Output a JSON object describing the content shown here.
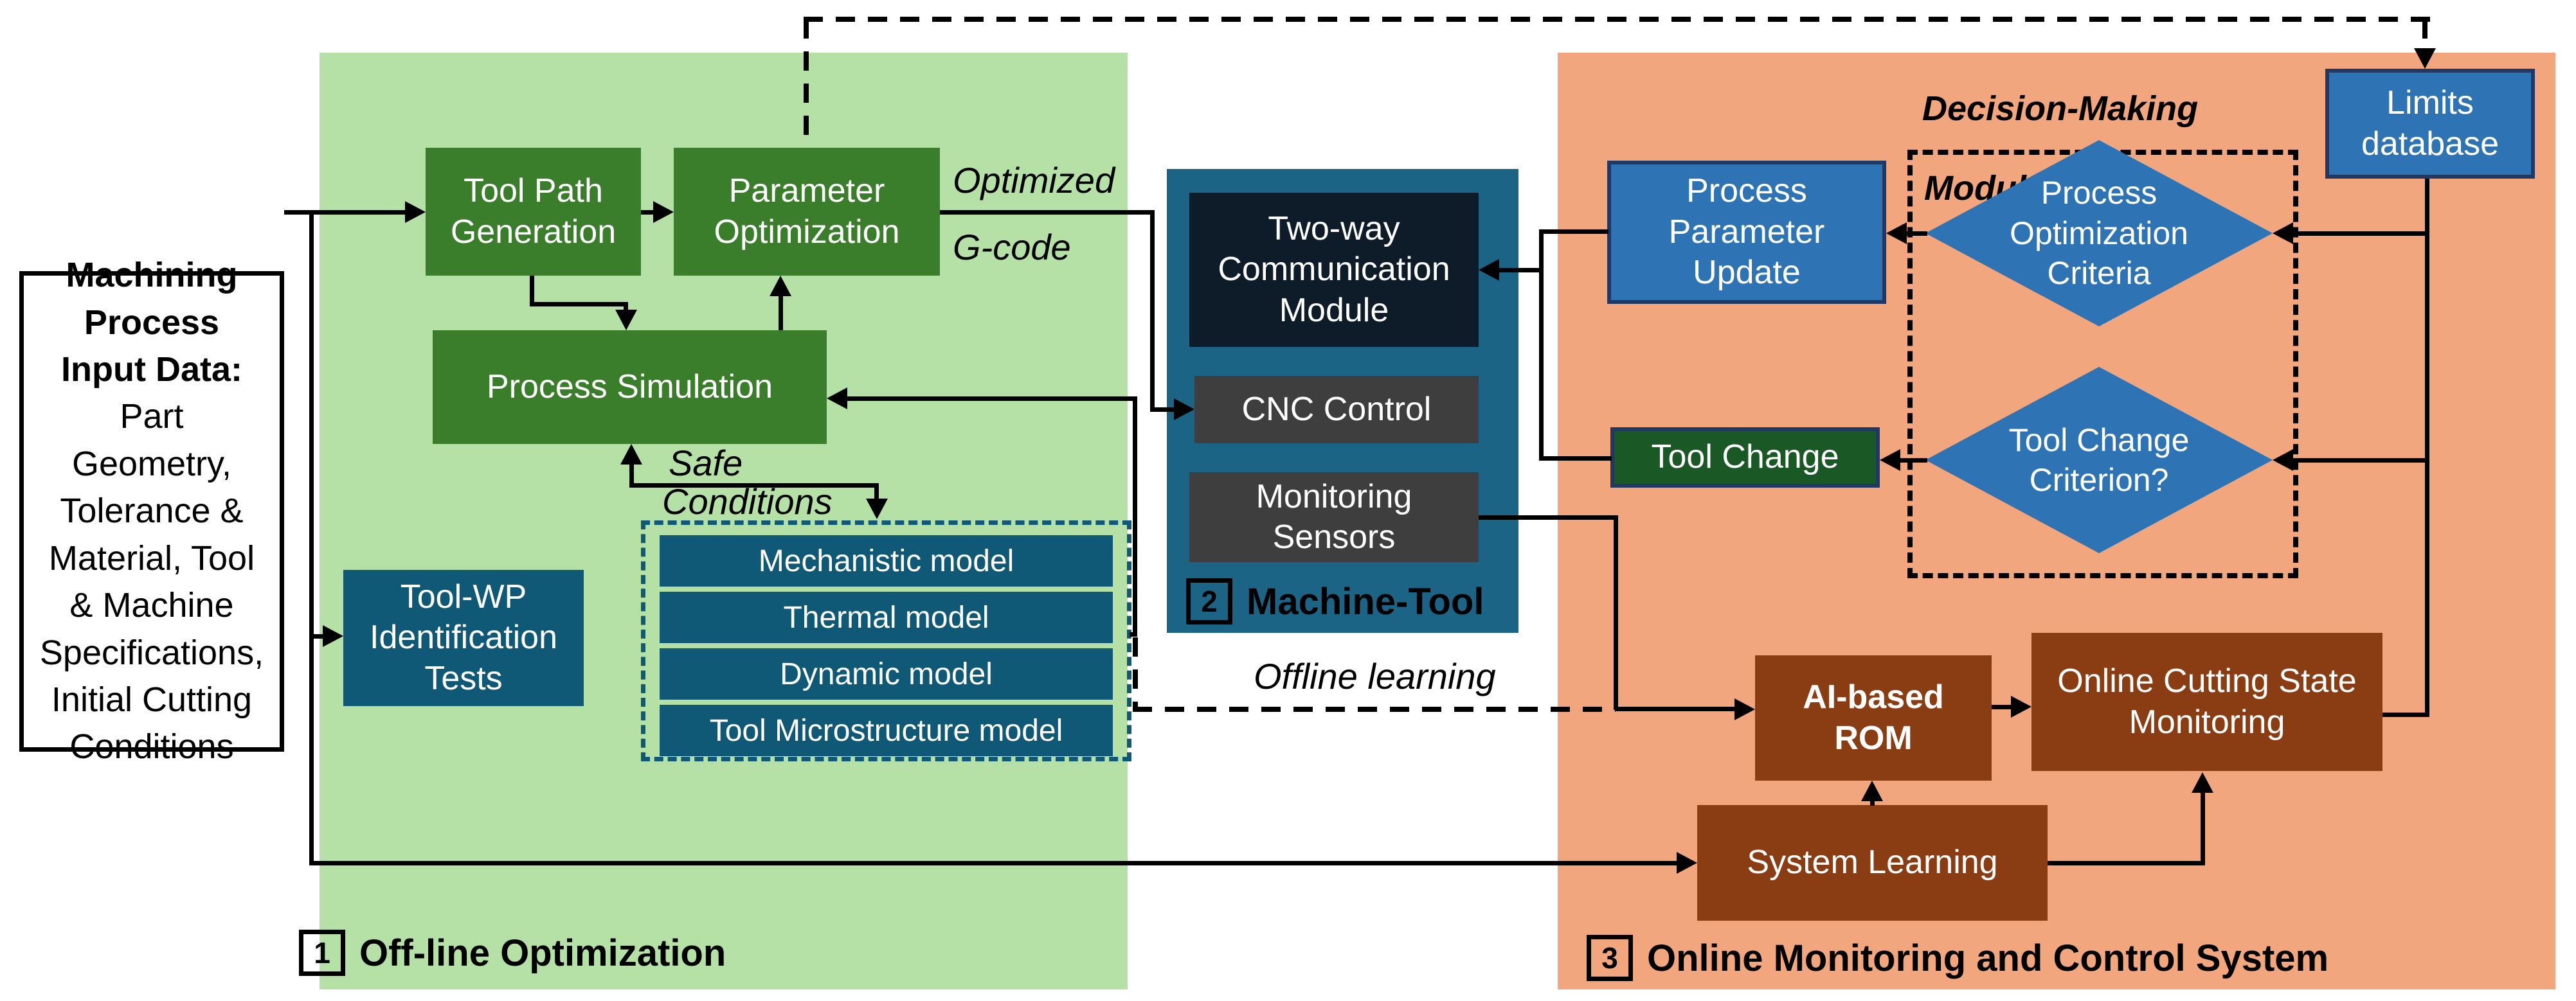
{
  "regions": {
    "offline": {
      "number": "1",
      "label": "Off-line Optimization"
    },
    "machine_tool": {
      "number": "2",
      "label": "Machine-Tool"
    },
    "online": {
      "number": "3",
      "label": "Online Monitoring and Control System"
    }
  },
  "input_box": {
    "title": "Machining Process Input Data:",
    "body": "Part Geometry, Tolerance & Material, Tool & Machine Specifications, Initial Cutting Conditions"
  },
  "boxes": {
    "tool_path_generation": "Tool Path Generation",
    "parameter_optimization": "Parameter Optimization",
    "process_simulation": "Process Simulation",
    "tool_wp_identification": "Tool-WP Identification Tests",
    "models": [
      "Mechanistic model",
      "Thermal model",
      "Dynamic model",
      "Tool Microstructure model"
    ],
    "two_way_communication": "Two-way Communication Module",
    "cnc_control": "CNC Control",
    "monitoring_sensors": "Monitoring Sensors",
    "process_parameter_update": "Process Parameter Update",
    "process_optimization_criteria": "Process Optimization Criteria",
    "tool_change": "Tool Change",
    "tool_change_criterion": "Tool Change Criterion?",
    "limits_database": "Limits database",
    "ai_based_rom": "AI-based ROM",
    "online_cutting_state_monitoring": "Online Cutting State Monitoring",
    "system_learning": "System Learning"
  },
  "annotations": {
    "optimized_gcode_line1": "Optimized",
    "optimized_gcode_line2": "G-code",
    "safe": "Safe",
    "conditions": "Conditions",
    "offline_learning": "Offline learning",
    "decision_making_line1": "Decision-Making",
    "decision_making_line2": "Module"
  },
  "colors": {
    "offline_region_bg": "#B5E1A7",
    "online_region_bg": "#F1A67E",
    "machine_tool_bg": "#1C6486",
    "green_box": "#3A7D2A",
    "teal_box": "#0F5876",
    "communication_box": "#0E1C2A",
    "gray_box": "#3E3E3E",
    "blue_box": "#2E74B5",
    "navy_border": "#1F3864",
    "brown_box": "#8A3C12",
    "dark_green_box": "#1A5826",
    "connector": "#000000"
  }
}
